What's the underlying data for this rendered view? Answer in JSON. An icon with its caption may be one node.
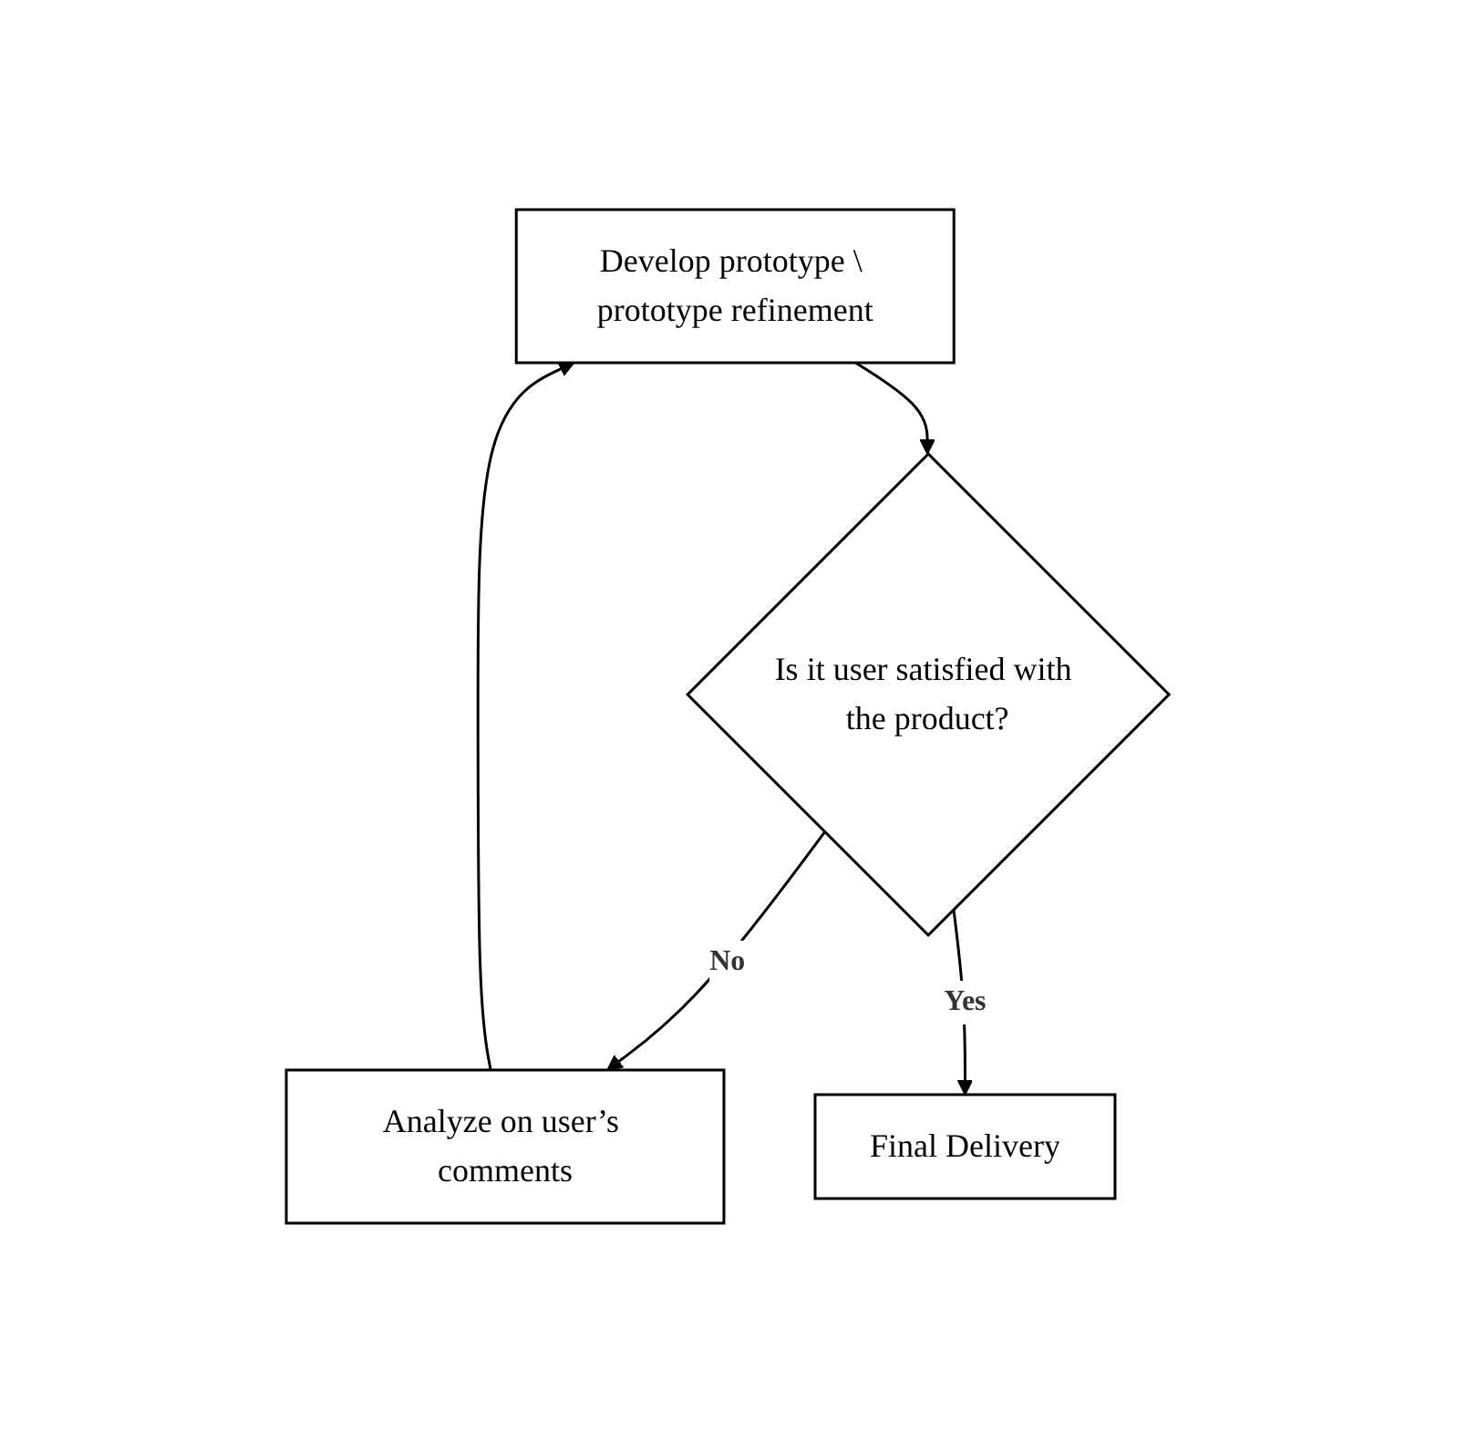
{
  "diagram": {
    "nodes": [
      {
        "text": [
          "Develop prototype \\ prototype refinement"
        ]
      },
      {
        "text": [
          "Is it user satisfied with the product?"
        ]
      },
      {
        "text": [
          "Analyze on user’s comments"
        ]
      },
      {
        "text": [
          "Final Delivery"
        ]
      }
    ],
    "edges": [
      {
        "from": 0,
        "to": 1,
        "arrow": "to"
      },
      {
        "from": 1,
        "to": 2,
        "arrow": "to",
        "label": "No"
      },
      {
        "from": 2,
        "to": 0,
        "arrow": "to"
      },
      {
        "from": 1,
        "to": 3,
        "arrow": "to",
        "label": "Yes"
      }
    ]
  }
}
